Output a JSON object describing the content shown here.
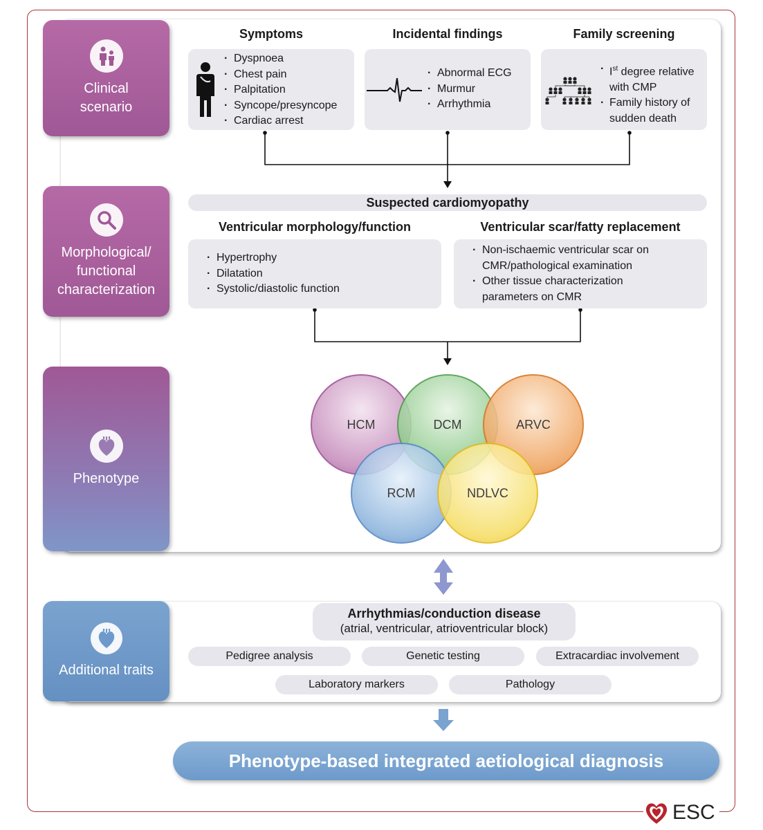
{
  "tiles": {
    "clinical": {
      "label": "Clinical\nscenario",
      "icon": "doctor-patient-icon"
    },
    "morph": {
      "label": "Morphological/\nfunctional\ncharacterization",
      "icon": "magnifier-icon"
    },
    "phenotype": {
      "label": "Phenotype",
      "icon": "heart-icon"
    },
    "traits": {
      "label": "Additional traits",
      "icon": "heart-icon"
    }
  },
  "clinical": {
    "symptoms": {
      "title": "Symptoms",
      "items": [
        "Dyspnoea",
        "Chest pain",
        "Palpitation",
        "Syncope/presyncope",
        "Cardiac arrest"
      ],
      "icon": "person-chest-pain-icon"
    },
    "incidental": {
      "title": "Incidental findings",
      "items": [
        "Abnormal ECG",
        "Murmur",
        "Arrhythmia"
      ],
      "icon": "ecg-trace-icon"
    },
    "family": {
      "title": "Family screening",
      "item1_pre": "I",
      "item1_sup": "st",
      "item1_post": " degree relative",
      "item1_line2": "with CMP",
      "item2_line1": "Family history of",
      "item2_line2": "sudden death",
      "icon": "family-pedigree-icon"
    }
  },
  "morph": {
    "suspected": "Suspected cardiomyopathy",
    "ventricular": {
      "title": "Ventricular morphology/function",
      "items": [
        "Hypertrophy",
        "Dilatation",
        "Systolic/diastolic function"
      ]
    },
    "scar": {
      "title": "Ventricular scar/fatty replacement",
      "items": [
        "Non-ischaemic ventricular scar on CMR/pathological examination",
        "Other tissue characterization parameters on CMR"
      ]
    }
  },
  "phenotypes": [
    "HCM",
    "DCM",
    "ARVC",
    "RCM",
    "NDLVC"
  ],
  "traits": {
    "arrhythmia_title": "Arrhythmias/conduction disease",
    "arrhythmia_sub": "(atrial, ventricular, atrioventricular block)",
    "pills": [
      "Pedigree analysis",
      "Genetic testing",
      "Extracardiac involvement",
      "Laboratory markers",
      "Pathology"
    ]
  },
  "final": "Phenotype-based integrated aetiological diagnosis",
  "logo": "ESC",
  "colors": {
    "frame": "#a8343b",
    "purple_tile": "#a05896",
    "blue_tile": "#6d9acb",
    "hcm": "#a05a98",
    "dcm": "#59a857",
    "arvc": "#de7d26",
    "rcm": "#5a8dc8",
    "ndlvc": "#eec52a"
  }
}
